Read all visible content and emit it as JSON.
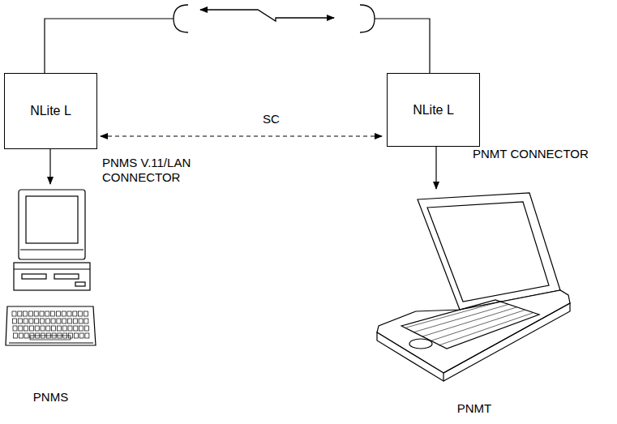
{
  "diagram": {
    "nodes": [
      {
        "text": [
          "NLite L"
        ]
      },
      {
        "text": [
          "NLite L"
        ]
      },
      {
        "text": [
          "PNMS"
        ]
      },
      {
        "text": [
          "PNMT"
        ]
      }
    ],
    "edges": [
      {
        "from": 0,
        "to": 1,
        "arrow": "none"
      },
      {
        "from": 0,
        "to": 1,
        "label": "SC",
        "arrow": "both"
      },
      {
        "from": 0,
        "to": 2,
        "label": "PNMS V.11/LAN CONNECTOR",
        "arrow": "to"
      },
      {
        "from": 1,
        "to": 3,
        "label": "PNMT CONNECTOR",
        "arrow": "to"
      }
    ]
  }
}
